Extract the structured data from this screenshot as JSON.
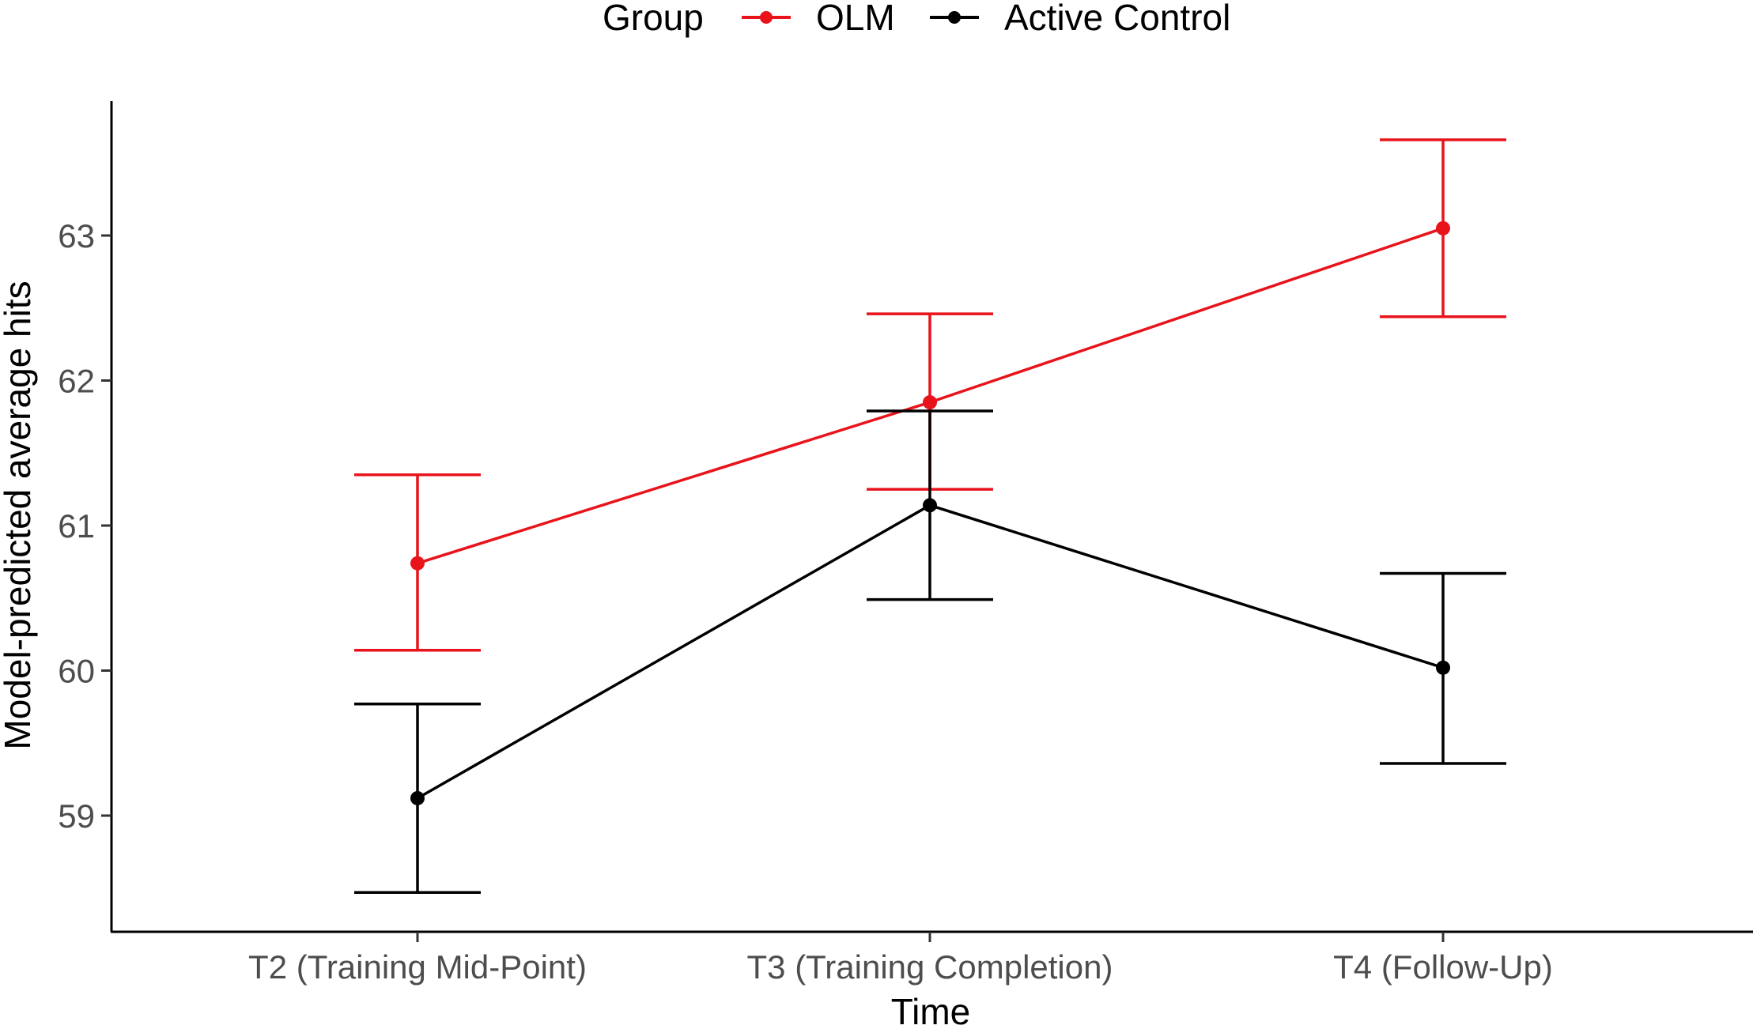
{
  "chart_data": {
    "type": "line",
    "categories": [
      "T2 (Training Mid-Point)",
      "T3 (Training Completion)",
      "T4 (Follow-Up)"
    ],
    "xlabel": "Time",
    "ylabel": "Model-predicted average hits",
    "yticks": [
      59,
      60,
      61,
      62,
      63
    ],
    "ylim": [
      58.35,
      63.9
    ],
    "error_bars": true,
    "grid": false,
    "legend": {
      "title": "Group",
      "position": "top",
      "entries": [
        "OLM",
        "Active Control"
      ]
    },
    "series": [
      {
        "name": "OLM",
        "color": "#e8131b",
        "values": [
          60.74,
          61.85,
          63.05
        ],
        "lower": [
          60.14,
          61.25,
          62.44
        ],
        "upper": [
          61.35,
          62.46,
          63.66
        ]
      },
      {
        "name": "Active Control",
        "color": "#000000",
        "values": [
          59.12,
          61.14,
          60.02
        ],
        "lower": [
          58.47,
          60.49,
          59.36
        ],
        "upper": [
          59.77,
          61.79,
          60.67
        ]
      }
    ]
  }
}
